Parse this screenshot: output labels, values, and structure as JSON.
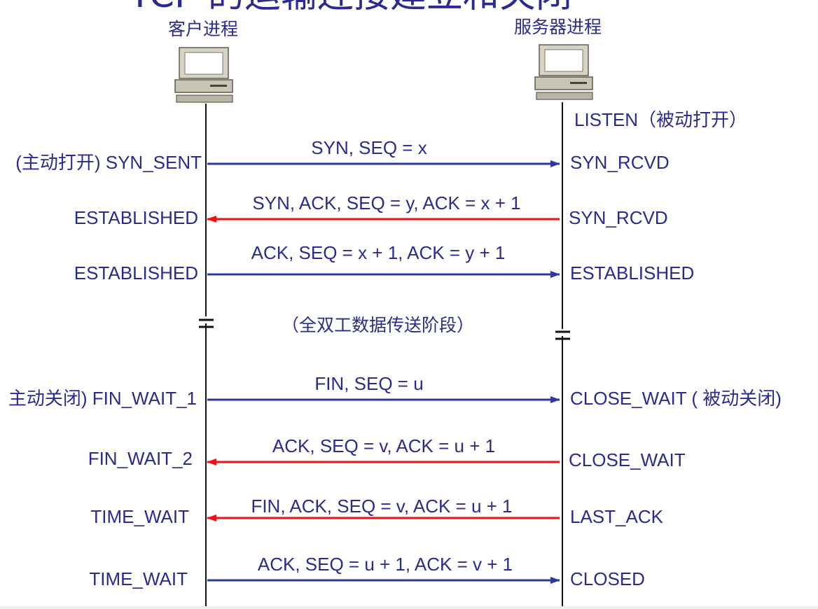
{
  "title": "TCP 的运输连接建立和关闭",
  "client": {
    "label": "客户进程",
    "icon": "computer-icon"
  },
  "server": {
    "label": "服务器进程",
    "icon": "computer-icon"
  },
  "server_initial_state": "LISTEN（被动打开）",
  "colors": {
    "text": "#2b2b8f",
    "forward": "#2b3a9c",
    "backward": "#ee1111"
  },
  "messages": [
    {
      "label": "SYN, SEQ = x",
      "direction": "client-to-server",
      "client_state": "(主动打开) SYN_SENT",
      "server_state": "SYN_RCVD"
    },
    {
      "label": "SYN, ACK, SEQ = y, ACK = x + 1",
      "direction": "server-to-client",
      "client_state": "ESTABLISHED",
      "server_state": "SYN_RCVD"
    },
    {
      "label": "ACK, SEQ = x + 1, ACK = y + 1",
      "direction": "client-to-server",
      "client_state": "ESTABLISHED",
      "server_state": "ESTABLISHED"
    },
    {
      "label": "FIN, SEQ = u",
      "direction": "client-to-server",
      "client_state": "主动关闭) FIN_WAIT_1",
      "server_state": "CLOSE_WAIT ( 被动关闭)"
    },
    {
      "label": "ACK, SEQ = v, ACK = u + 1",
      "direction": "server-to-client",
      "client_state": "FIN_WAIT_2",
      "server_state": "CLOSE_WAIT"
    },
    {
      "label": "FIN, ACK, SEQ = v, ACK = u + 1",
      "direction": "server-to-client",
      "client_state": "TIME_WAIT",
      "server_state": "LAST_ACK"
    },
    {
      "label": "ACK, SEQ = u + 1, ACK = v + 1",
      "direction": "client-to-server",
      "client_state": "TIME_WAIT",
      "server_state": "CLOSED"
    }
  ],
  "phase_label": "（全双工数据传送阶段）"
}
